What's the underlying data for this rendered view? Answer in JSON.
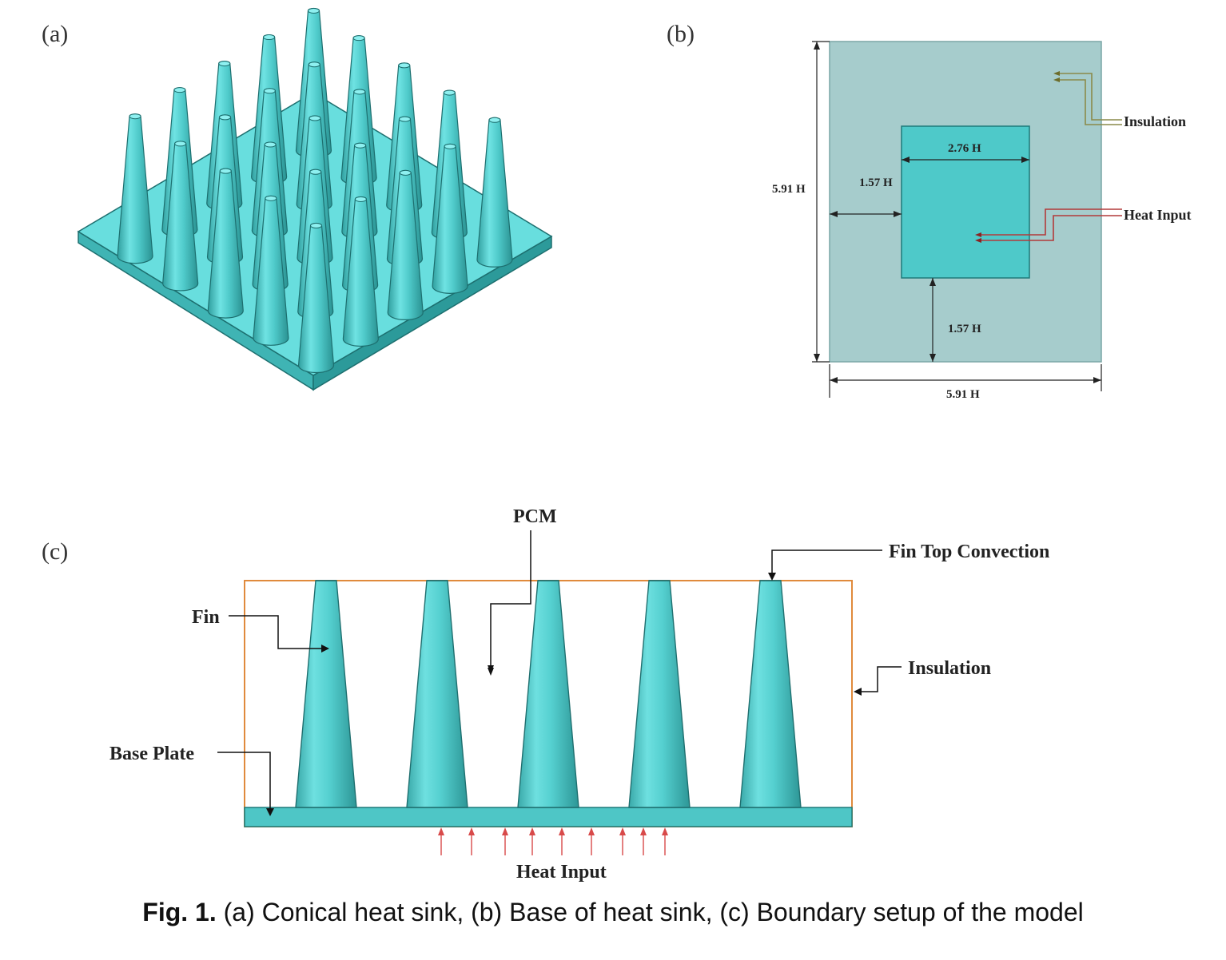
{
  "panels": {
    "a": {
      "label": "(a)"
    },
    "b": {
      "label": "(b)",
      "dim_height": "5.91 H",
      "dim_width": "5.91 H",
      "dim_inner_width": "2.76 H",
      "dim_left_offset": "1.57 H",
      "dim_bottom_offset": "1.57 H",
      "insulation_label": "Insulation",
      "heat_input_label": "Heat Input"
    },
    "c": {
      "label": "(c)",
      "pcm_label": "PCM",
      "fin_top_label": "Fin Top Convection",
      "fin_label": "Fin",
      "insulation_label": "Insulation",
      "base_plate_label": "Base Plate",
      "heat_input_label": "Heat Input"
    }
  },
  "caption": {
    "prefix": "Fig. 1.",
    "text": " (a) Conical heat sink, (b) Base of heat sink, (c) Boundary setup of the model"
  },
  "colors": {
    "fin": "#5cd6d6",
    "fin_dark": "#2aa6a6",
    "base_light": "#a6cece",
    "insulation_box": "#e08a3c",
    "heat_arrows": "#d84a4a",
    "insulation_leader": "#8a8a4a",
    "heat_leader": "#b23a3a"
  }
}
